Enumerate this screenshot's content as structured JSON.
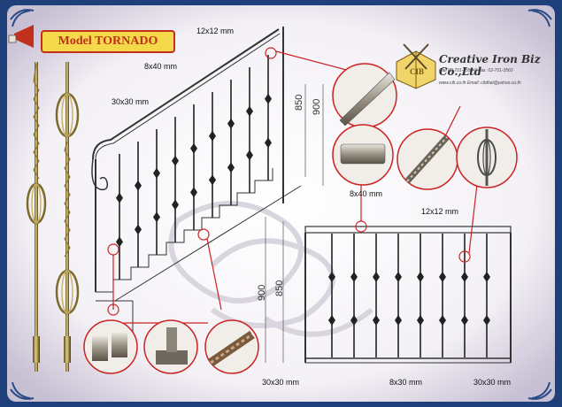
{
  "badge": {
    "text": "Model TORNADO"
  },
  "company": {
    "name": "Creative Iron Biz Co.,Ltd",
    "phone": "Call 02-701-3558-9 Fax. 02-701-3560",
    "email": "www.cib.co.th Email: cibthai@yahoo.co.th",
    "logo_text": "CIB"
  },
  "dimensions": {
    "rail_top": "12x12 mm",
    "stair_handrail": "8x40 mm",
    "stair_post": "30x30 mm",
    "stair_height_a": "850",
    "stair_height_b": "900",
    "rail2_handrail": "8x40 mm",
    "rail2_top": "12x12 mm",
    "rail2_height_a": "900",
    "rail2_height_b": "850",
    "base_post": "30x30 mm",
    "base_bar": "8x30 mm",
    "base_post_right": "30x30 mm"
  },
  "icons": [
    "megaphone-icon",
    "cib-logo-icon"
  ],
  "colors": {
    "frame": "#1f3f7a",
    "accent": "#c0301c",
    "badge": "#f4d94a"
  }
}
